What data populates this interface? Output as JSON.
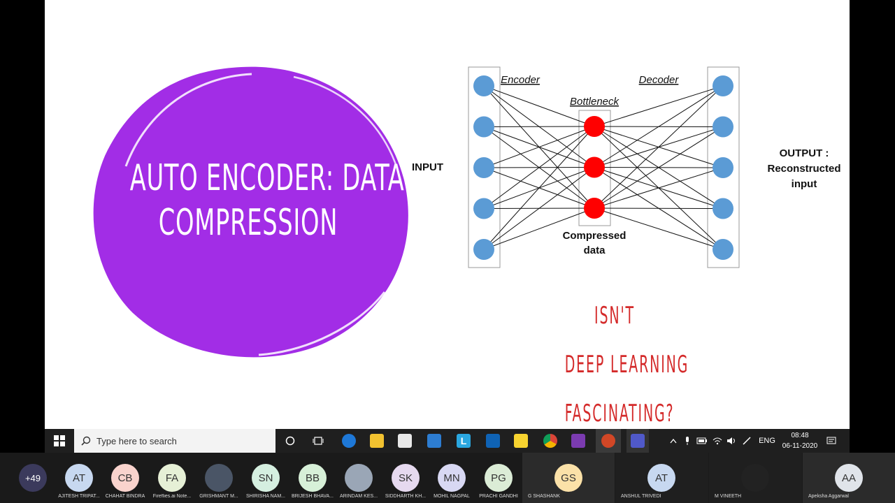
{
  "slide": {
    "title_line1": "AUTO ENCODER: DATA",
    "title_line2": "COMPRESSION",
    "blob_color": "#a22de6",
    "diagram": {
      "encoder_label": "Encoder",
      "decoder_label": "Decoder",
      "bottleneck_label": "Bottleneck",
      "compressed_line1": "Compressed",
      "compressed_line2": "data",
      "input_label": "INPUT",
      "output_line1": "OUTPUT :",
      "output_line2": "Reconstructed",
      "output_line3": "input",
      "input_nodes": 5,
      "bottleneck_nodes": 3,
      "output_nodes": 5,
      "node_color": "#5b9bd5",
      "bottleneck_color": "#ff0000"
    },
    "fascinating_line1": "ISN'T",
    "fascinating_line2": "DEEP LEARNING",
    "fascinating_line3": "FASCINATING?"
  },
  "taskbar": {
    "search_placeholder": "Type here to search",
    "language": "ENG",
    "time": "08:48",
    "date": "06-11-2020"
  },
  "participants": {
    "overflow_count": "+49",
    "people": [
      {
        "initials": "AT",
        "name": "AJITESH TRIPAT...",
        "color": "#c7d8f0"
      },
      {
        "initials": "CB",
        "name": "CHAHAT BINDRA",
        "color": "#f9d3cd"
      },
      {
        "initials": "FA",
        "name": "Fireflies.ai Note...",
        "color": "#e6f0d6"
      },
      {
        "initials": "",
        "name": "GRISHMANT M...",
        "color": "#4a5566"
      },
      {
        "initials": "SN",
        "name": "SHIRISHA NAM...",
        "color": "#d5efe0"
      },
      {
        "initials": "BB",
        "name": "BRIJESH BHAVA...",
        "color": "#d7f0d8"
      },
      {
        "initials": "",
        "name": "ARINDAM KES...",
        "color": "#9aa6b6"
      },
      {
        "initials": "SK",
        "name": "SIDDHARTH KH...",
        "color": "#e6d9ef"
      },
      {
        "initials": "MN",
        "name": "MOHIL NAGPAL",
        "color": "#d8d8f3"
      },
      {
        "initials": "PG",
        "name": "PRACHI GANDHI",
        "color": "#dbecd6"
      }
    ],
    "tiles": [
      {
        "initials": "GS",
        "name": "G SHASHANK",
        "color": "#fbe1a8"
      },
      {
        "initials": "AT",
        "name": "ANSHUL TRIVEDI",
        "color": "#c7d8f0"
      },
      {
        "initials": "",
        "name": "M VINEETH",
        "color": "#222"
      },
      {
        "initials": "AA",
        "name": "Apeksha Aggarwal",
        "color": "#e0e4ea"
      }
    ]
  }
}
